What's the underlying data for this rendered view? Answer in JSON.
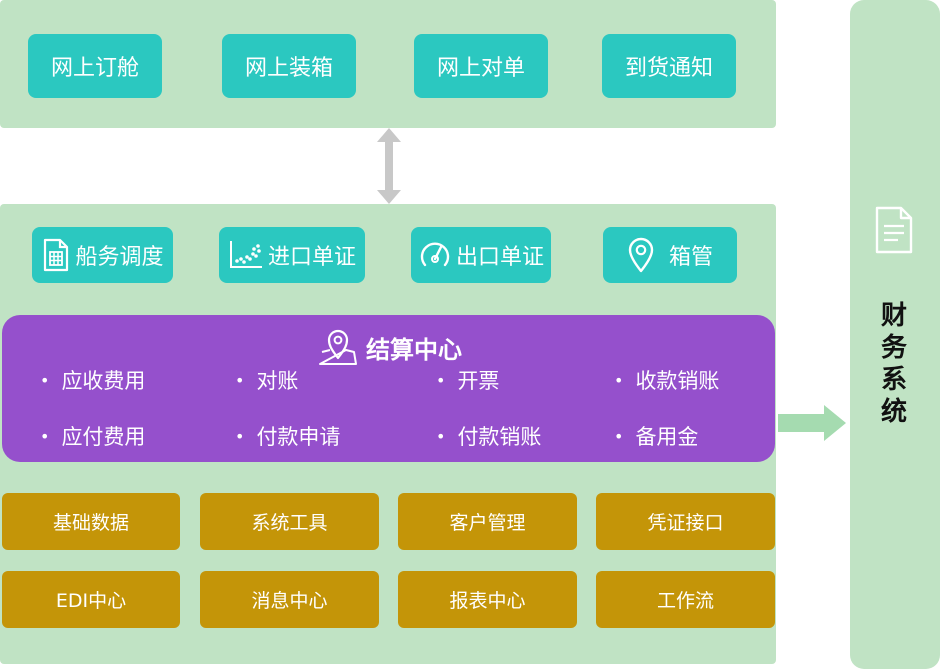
{
  "top_buttons": [
    "网上订舱",
    "网上装箱",
    "网上对单",
    "到货通知"
  ],
  "modules": [
    {
      "label": "船务调度",
      "icon": "spreadsheet-doc-icon"
    },
    {
      "label": "进口单证",
      "icon": "scatter-chart-icon"
    },
    {
      "label": "出口单证",
      "icon": "gauge-icon"
    },
    {
      "label": "箱管",
      "icon": "map-pin-icon"
    }
  ],
  "settlement": {
    "title": "结算中心",
    "title_icon": "map-location-icon",
    "items": [
      "应收费用",
      "对账",
      "开票",
      "收款销账",
      "应付费用",
      "付款申请",
      "付款销账",
      "备用金"
    ]
  },
  "bottom_buttons": [
    "基础数据",
    "系统工具",
    "客户管理",
    "凭证接口",
    "EDI中心",
    "消息中心",
    "报表中心",
    "工作流"
  ],
  "side": {
    "label": "财务系统",
    "icon": "document-icon"
  },
  "colors": {
    "panel_bg": "#c0e3c4",
    "teal": "#2bc8c0",
    "purple": "#9550cc",
    "gold": "#c49508",
    "arrow_gray": "#c8c8c8",
    "arrow_green": "#a5dbb0"
  }
}
